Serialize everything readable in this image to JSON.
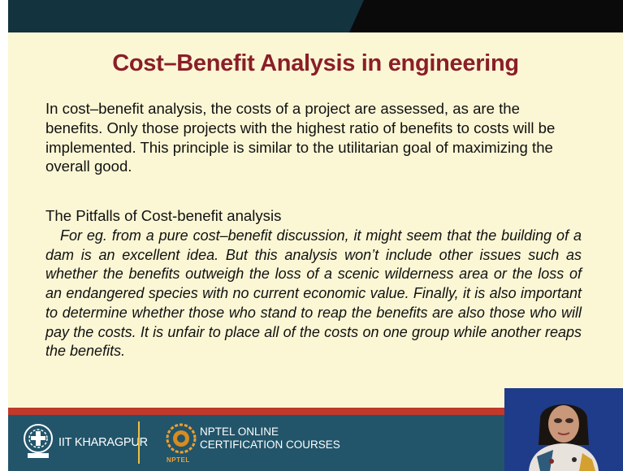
{
  "slide": {
    "title": "Cost–Benefit Analysis in engineering",
    "paragraph": "In cost–benefit analysis, the costs of a project are assessed, as are the benefits. Only those projects with the highest ratio of benefits to costs will be implemented.  This principle is similar to the utilitarian goal of maximizing the overall good.",
    "pitfalls_heading": "The Pitfalls of Cost-benefit analysis",
    "pitfalls_body": "For eg. from a pure cost–benefit discussion, it might seem that the building of a dam is an excellent idea. But this analysis won’t include other issues such as whether the benefits outweigh the loss of a scenic wilderness area or the loss of an endangered species with no current economic value. Finally, it is also important to determine whether those who stand to reap the benefits are also those who will pay the costs. It is unfair to place all of the costs on one group while another reaps the benefits."
  },
  "footer": {
    "institute": "IIT KHARAGPUR",
    "nptel_line1": "NPTEL ONLINE",
    "nptel_line2": "CERTIFICATION COURSES",
    "nptel_logo_label": "NPTEL"
  },
  "colors": {
    "slide_background": "#fbf7d5",
    "title": "#8b1e28",
    "footer": "#22556a",
    "footer_accent": "#c0392b",
    "presenter_background": "#1e3c8a"
  }
}
